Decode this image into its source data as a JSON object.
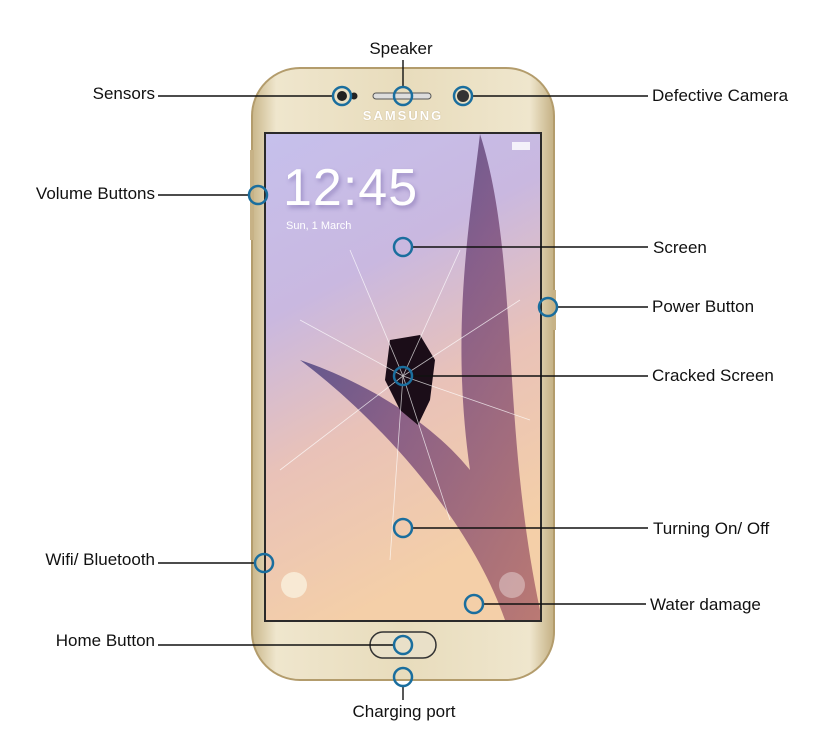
{
  "phone": {
    "brand": "SAMSUNG",
    "clock": "12:45",
    "date": "Sun, 1 March"
  },
  "callouts": {
    "sensors": "Sensors",
    "speaker": "Speaker",
    "defective_camera": "Defective Camera",
    "volume_buttons": "Volume Buttons",
    "screen": "Screen",
    "power_button": "Power Button",
    "cracked_screen": "Cracked Screen",
    "turning_on_off": "Turning On/ Off",
    "wifi_bluetooth": "Wifi/ Bluetooth",
    "water_damage": "Water damage",
    "home_button": "Home Button",
    "charging_port": "Charging port"
  },
  "colors": {
    "marker": "#1a6e9e",
    "line": "#111111",
    "gold": "#e3d6b4",
    "screen_top": "#b9b4e6",
    "screen_bottom": "#f2c9a4"
  }
}
